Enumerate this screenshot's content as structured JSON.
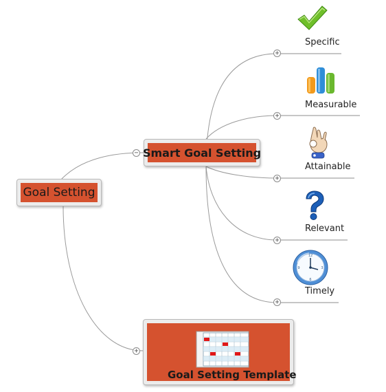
{
  "root": {
    "label": "Goal Setting"
  },
  "smart": {
    "label": "Smart Goal Setting",
    "toggle": "−"
  },
  "template": {
    "label": "Goal Setting Template",
    "toggle": "+",
    "thumbnail_icon": "calendar-grid-icon"
  },
  "leaves": [
    {
      "label": "Specific",
      "icon": "checkmark-icon",
      "toggle": "+"
    },
    {
      "label": "Measurable",
      "icon": "bar-chart-icon",
      "toggle": "+"
    },
    {
      "label": "Attainable",
      "icon": "ok-hand-icon",
      "toggle": "+"
    },
    {
      "label": "Relevant",
      "icon": "question-mark-icon",
      "toggle": "+"
    },
    {
      "label": "Timely",
      "icon": "clock-icon",
      "toggle": "+"
    }
  ],
  "colors": {
    "topic_fill": "#d5522f",
    "topic_border": "#b9b9b9",
    "connector": "#9a9a9a",
    "leaf_underline": "#8c8c8c"
  }
}
